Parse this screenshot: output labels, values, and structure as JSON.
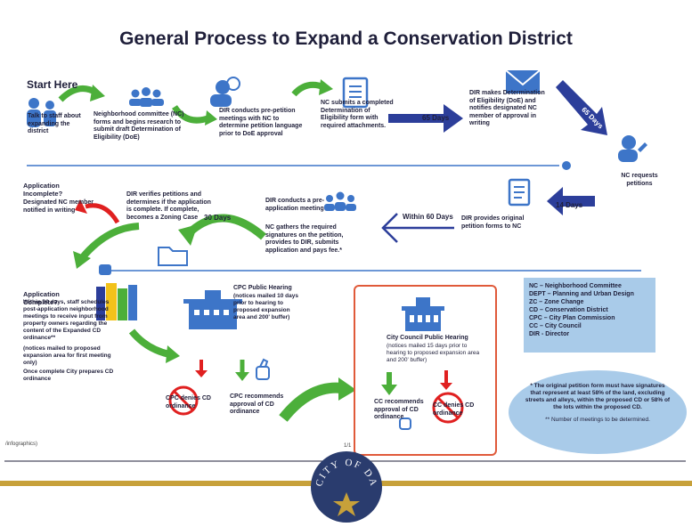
{
  "title": "General Process to Expand a Conservation District",
  "start_here": "Start Here",
  "steps": {
    "talk_staff": "Talk to staff about expanding the district",
    "nc_forms": "Neighborhood committee (NC) forms and begins research to submit draft Determination of Eligibility (DoE)",
    "dir_prepetition": "DIR conducts pre-petition meetings with NC to determine petition language prior to DoE approval",
    "nc_submits": "NC submits a completed Determination of Eligibility form with required attachments.",
    "dir_makes": "DIR makes Determination of Eligibility (DoE) and notifies designated NC member of approval in writing",
    "nc_requests": "NC requests petitions",
    "dir_provides": "DIR provides original petition forms to NC",
    "dir_preapp": "DIR conducts a pre-application meeting",
    "nc_gathers": "NC gathers the required signatures on the petition, provides to DIR, submits application and pays fee.*",
    "dir_verifies": "DIR verifies petitions and determines if the application is complete. If complete, becomes a Zoning Case",
    "app_incomplete_title": "Application Incomplete?",
    "app_incomplete_text": "Designated NC member notified in writing",
    "app_complete_title": "Application Complete?",
    "app_complete_text": "Within 30 days, staff schedules post-application neighborhood meetings to receive input from property owners regarding the content of the Expanded CD ordinance**",
    "app_complete_notice": "(notices mailed to proposed expansion area for first meeting only)",
    "app_complete_prepare": "Once complete City prepares CD ordinance",
    "cpc_hearing": "CPC Public Hearing",
    "cpc_hearing_notice": "(notices mailed 10 days prior to hearing to proposed expansion area and 200' buffer)",
    "cpc_denies": "CPC denies CD ordinance",
    "cpc_recommends": "CPC recommends approval of CD ordinance",
    "cc_hearing": "City Council Public Hearing",
    "cc_hearing_notice": "(notices mailed 15 days prior to hearing to proposed expansion area and 200' buffer)",
    "cc_recommends": "CC recommends approval of CD ordinance",
    "cc_denies": "CC denies CD ordinance"
  },
  "days": {
    "d65a": "65 Days",
    "d65b": "65 Days",
    "d14": "14 Days",
    "d60": "Within 60 Days",
    "d30": "30 Days"
  },
  "legend": [
    "NC – Neighborhood Committee",
    "DEPT – Planning and Urban Design",
    "ZC – Zone Change",
    "CD – Conservation District",
    "CPC – City Plan Commission",
    "CC – City Council",
    "DIR - Director"
  ],
  "notes": {
    "petition": "* The original petition form must have signatures that represent at least 58% of the land, excluding streets and alleys, within the proposed CD or 58% of the lots within the proposed CD.",
    "meetings": "** Number of meetings to be determined."
  },
  "footer_left": "/infographics)",
  "footer_page": "1/1",
  "seal_text": "CITY OF DALLAS",
  "colors": {
    "blue": "#3d75c8",
    "navy": "#2c3e9a",
    "green": "#4caf3a",
    "red": "#e02020",
    "legend_bg": "#a9cbe9"
  }
}
